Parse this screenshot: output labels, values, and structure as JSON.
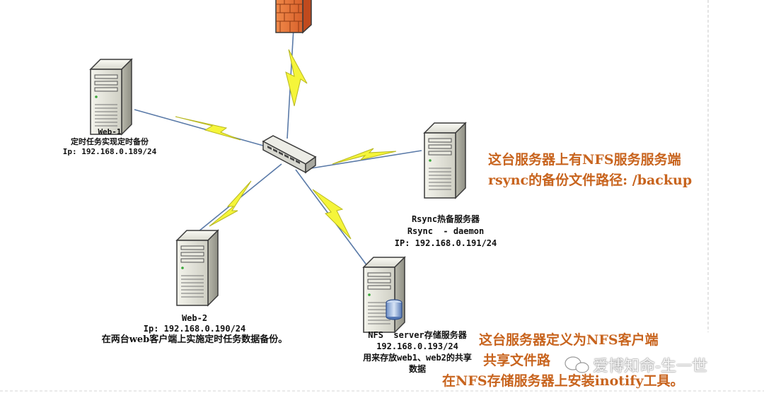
{
  "nodes": {
    "web1": {
      "name": "Web-1",
      "role": "定时任务实现定时备份",
      "ip": "Ip: 192.168.0.189/24"
    },
    "web2": {
      "name": "Web-2",
      "ip": "Ip: 192.168.0.190/24",
      "desc": "在两台web客户端上实施定时任务数据备份。"
    },
    "rsync": {
      "name": "Rsync热备服务器",
      "service": "Rsync  - daemon",
      "ip": "IP: 192.168.0.191/24"
    },
    "nfs": {
      "name": "NFS  server存储服务器",
      "ip": "192.168.0.193/24",
      "desc1": "用来存放web1、web2的共享",
      "desc2": "数据"
    }
  },
  "notes": {
    "rsync_line1": "这台服务器上有NFS服务服务端",
    "rsync_line2": "rsync的备份文件路径: /backup",
    "nfs_line1": "这台服务器定义为NFS客户端",
    "nfs_line2": "共享文件路",
    "nfs_line3": "在NFS存储服务器上安装inotify工具。"
  },
  "watermark": "爱博知命-生一世",
  "colors": {
    "note": "#c8641e",
    "bolt": "#f5f53a",
    "link": "#5a7aa8",
    "firewall": "#e8763a"
  },
  "icons": [
    "server-icon",
    "storage-server-icon",
    "network-switch-icon",
    "firewall-icon",
    "lightning-link-icon",
    "wechat-icon"
  ]
}
